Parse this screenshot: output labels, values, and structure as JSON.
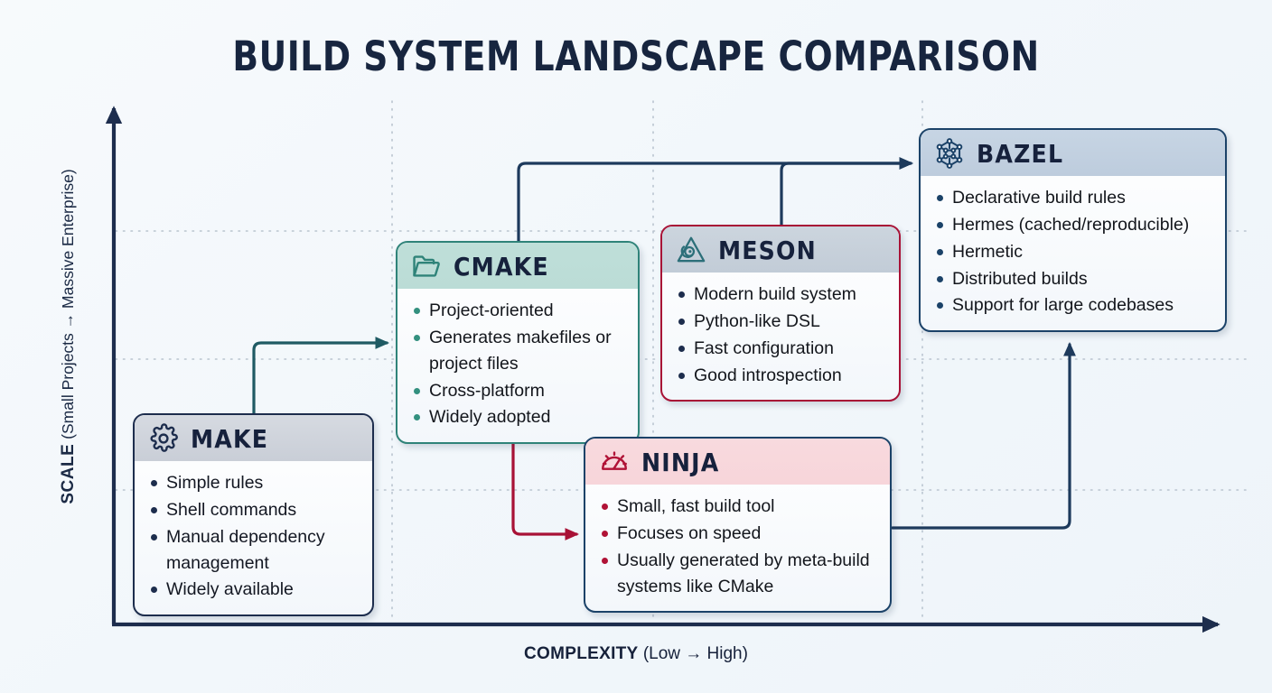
{
  "title": "BUILD SYSTEM LANDSCAPE COMPARISON",
  "axes": {
    "y_bold": "SCALE",
    "y_sub": "(Small Projects → Massive Enterprise)",
    "x_bold": "COMPLEXITY",
    "x_sub": "(Low → High)"
  },
  "colors": {
    "background": "#f4f8fb",
    "title": "#17253f",
    "axis": "#1d2d4d",
    "grid": "#b9c4cf",
    "make_border": "#1d2d4d",
    "cmake_border": "#2f8379",
    "meson_border": "#a81236",
    "ninja_border": "#1b4268",
    "bazel_border": "#1b4268",
    "arrow_navy": "#1d3a5c",
    "arrow_teal": "#1f5a63",
    "arrow_red": "#a81236"
  },
  "cards": [
    {
      "id": "make",
      "title": "MAKE",
      "icon": "gear-icon",
      "items": [
        "Simple rules",
        "Shell commands",
        "Manual dependency management",
        "Widely available"
      ]
    },
    {
      "id": "cmake",
      "title": "CMAKE",
      "icon": "folder-icon",
      "items": [
        "Project-oriented",
        "Generates makefiles or project files",
        "Cross-platform",
        "Widely adopted"
      ]
    },
    {
      "id": "meson",
      "title": "MESON",
      "icon": "triangle-spiral-icon",
      "items": [
        "Modern build system",
        "Python-like DSL",
        "Fast configuration",
        "Good introspection"
      ]
    },
    {
      "id": "ninja",
      "title": "NINJA",
      "icon": "speedometer-icon",
      "items": [
        "Small, fast build tool",
        "Focuses on speed",
        "Usually generated by meta-build systems like CMake"
      ]
    },
    {
      "id": "bazel",
      "title": "BAZEL",
      "icon": "molecule-lattice-icon",
      "items": [
        "Declarative build rules",
        "Hermes (cached/reproducible)",
        "Hermetic",
        "Distributed builds",
        "Support for large codebases"
      ]
    }
  ],
  "connections": [
    {
      "from": "make",
      "to": "cmake",
      "color": "#1f5a63"
    },
    {
      "from": "cmake",
      "to": "bazel",
      "color": "#1d3a5c"
    },
    {
      "from": "meson",
      "to": "bazel",
      "color": "#1d3a5c"
    },
    {
      "from": "cmake",
      "to": "ninja",
      "color": "#a81236"
    },
    {
      "from": "ninja",
      "to": "bazel",
      "color": "#1d3a5c"
    }
  ]
}
